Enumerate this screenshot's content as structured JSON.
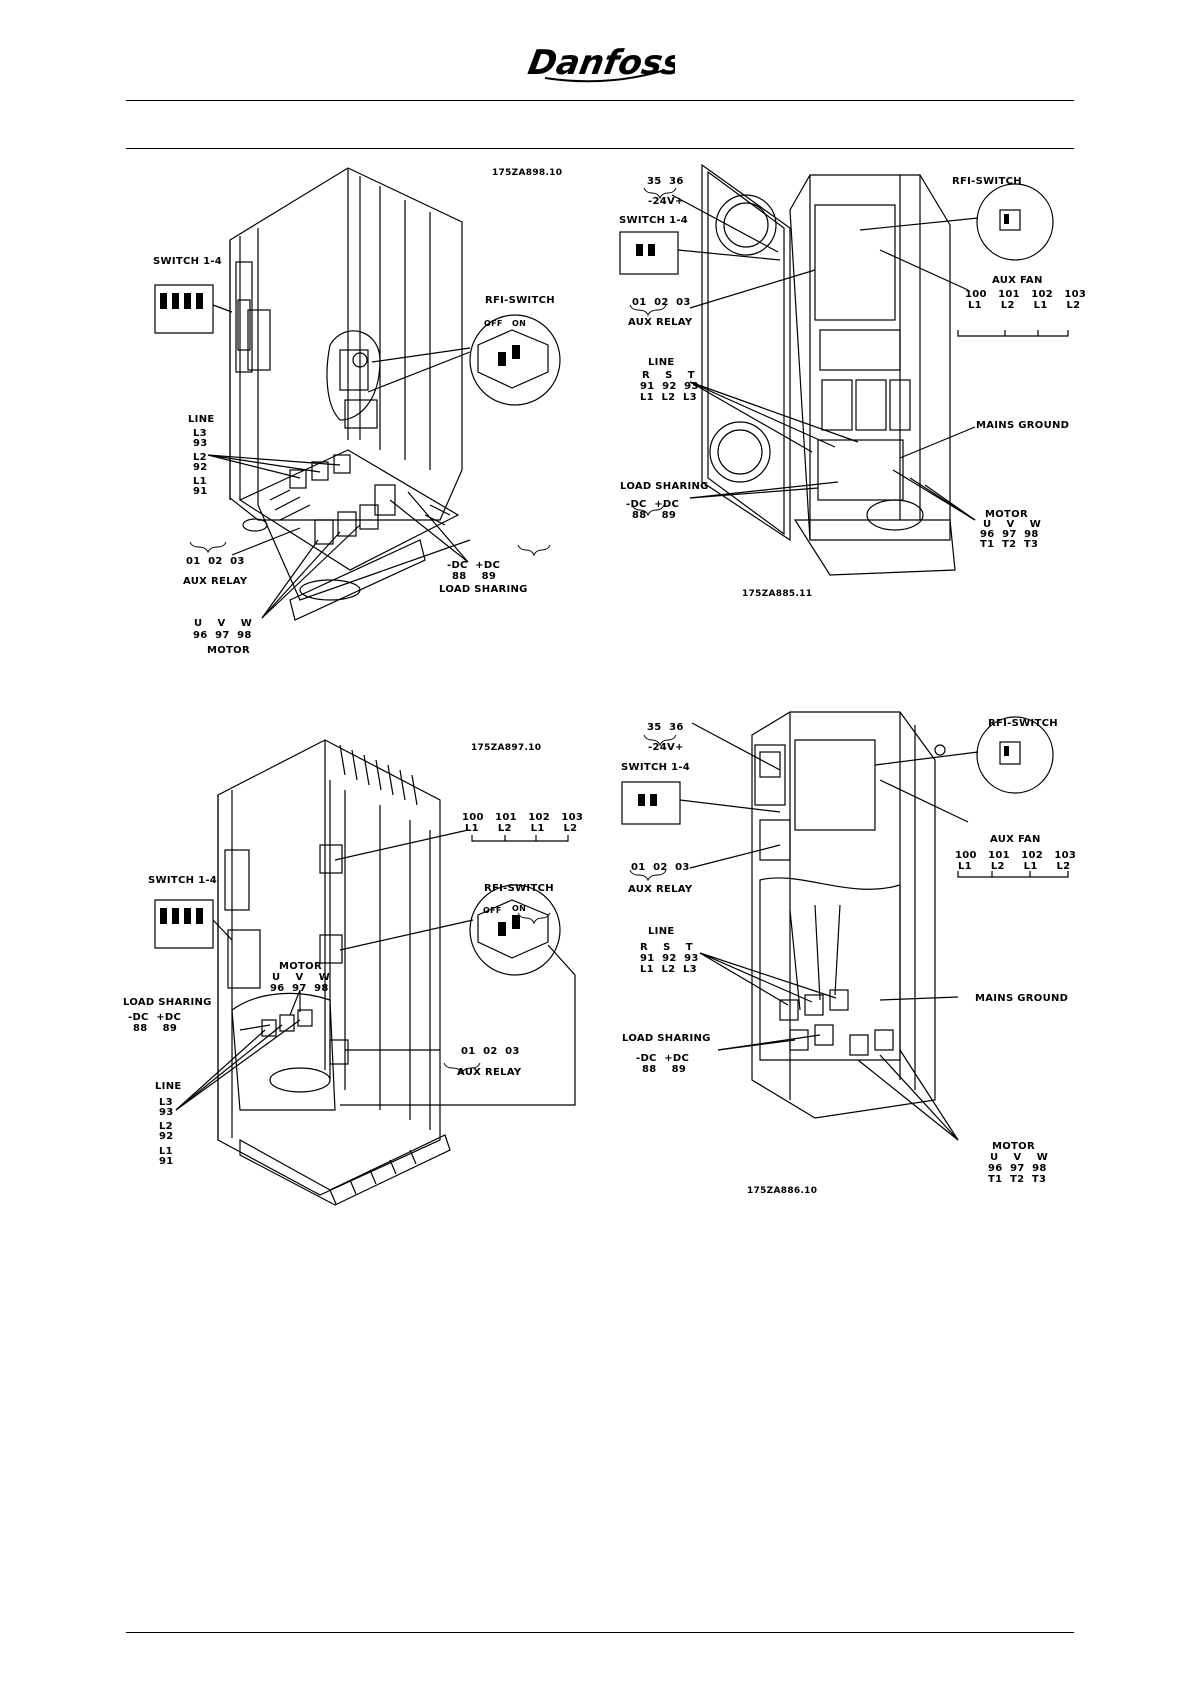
{
  "header": {
    "logo_text": "Danfoss"
  },
  "panels": [
    {
      "id": "p1",
      "code": "175ZA898.10",
      "labels": {
        "switch": "SWITCH 1-4",
        "rfi": "RFI-SWITCH",
        "off": "OFF",
        "on": "ON",
        "line_title": "LINE",
        "line_l3": "L3",
        "line_93": "93",
        "line_l2": "L2",
        "line_92": "92",
        "line_l1": "L1",
        "line_91": "91",
        "aux_nums": "01  02  03",
        "aux_title": "AUX RELAY",
        "motor_uvw": "U    V    W",
        "motor_nums": "96  97  98",
        "motor_title": "MOTOR",
        "dc_labels": "-DC  +DC",
        "dc_nums": "88    89",
        "load_title": "LOAD SHARING"
      }
    },
    {
      "id": "p2",
      "code": "175ZA885.11",
      "labels": {
        "term_nums": "35  36",
        "term_volt": "-24V+",
        "switch": "SWITCH 1-4",
        "aux_nums": "01  02  03",
        "aux_title": "AUX RELAY",
        "line_title": "LINE",
        "line_rst": "R    S    T",
        "line_nums": "91  92  93",
        "line_l": "L1  L2  L3",
        "load_title": "LOAD SHARING",
        "dc_labels": "-DC  +DC",
        "dc_nums": "88    89",
        "rfi": "RFI-SWITCH",
        "fan_title": "AUX FAN",
        "fan_nums": "100   101   102   103",
        "fan_l": "L1     L2     L1     L2",
        "mains": "MAINS GROUND",
        "motor_title": "MOTOR",
        "motor_uvw": "U    V    W",
        "motor_nums": "96  97  98",
        "motor_t": "T1  T2  T3"
      }
    },
    {
      "id": "p3",
      "code": "175ZA897.10",
      "labels": {
        "fan_nums": "100   101   102   103",
        "fan_l": "L1     L2     L1     L2",
        "switch": "SWITCH 1-4",
        "rfi": "RFI-SWITCH",
        "off": "OFF",
        "on": "ON",
        "motor_title": "MOTOR",
        "motor_uvw": "U    V    W",
        "motor_nums": "96  97  98",
        "load_title": "LOAD SHARING",
        "dc_labels": "-DC  +DC",
        "dc_nums": "88    89",
        "aux_nums": "01  02  03",
        "aux_title": "AUX RELAY",
        "line_title": "LINE",
        "line_l3": "L3",
        "line_93": "93",
        "line_l2": "L2",
        "line_92": "92",
        "line_l1": "L1",
        "line_91": "91"
      }
    },
    {
      "id": "p4",
      "code": "175ZA886.10",
      "labels": {
        "term_nums": "35  36",
        "term_volt": "-24V+",
        "switch": "SWITCH 1-4",
        "aux_nums": "01  02  03",
        "aux_title": "AUX RELAY",
        "rfi": "RFI-SWITCH",
        "fan_title": "AUX FAN",
        "fan_nums": "100   101   102   103",
        "fan_l": "L1     L2     L1     L2",
        "line_title": "LINE",
        "line_rst": "R    S    T",
        "line_nums": "91  92  93",
        "line_l": "L1  L2  L3",
        "mains": "MAINS GROUND",
        "load_title": "LOAD SHARING",
        "dc_labels": "-DC  +DC",
        "dc_nums": "88    89",
        "motor_title": "MOTOR",
        "motor_uvw": "U    V    W",
        "motor_nums": "96  97  98",
        "motor_t": "T1  T2  T3"
      }
    }
  ]
}
